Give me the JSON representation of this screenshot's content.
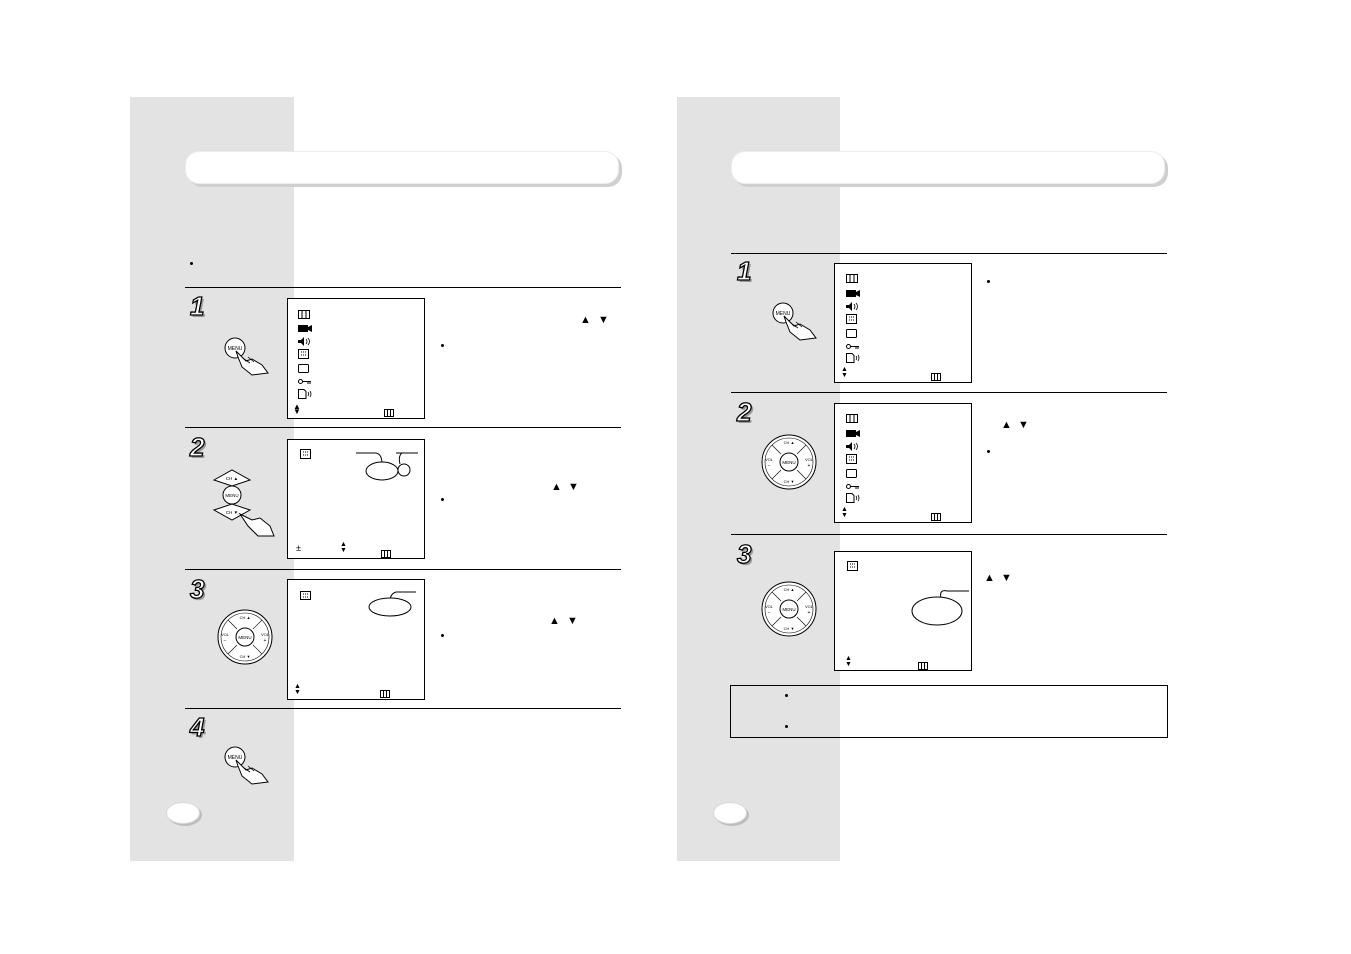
{
  "arrows": {
    "up": "▲",
    "down": "▼",
    "updown": "⇕",
    "plusminus": "±"
  },
  "remote": {
    "menu_label": "MENU",
    "ch_up_label": "CH ▲",
    "ch_down_label": "CH ▼",
    "vol_minus_label": "VOL −",
    "vol_plus_label": "VOL +"
  },
  "left_page": {
    "steps": [
      {
        "number": "1"
      },
      {
        "number": "2"
      },
      {
        "number": "3"
      },
      {
        "number": "4"
      }
    ]
  },
  "right_page": {
    "steps": [
      {
        "number": "1"
      },
      {
        "number": "2"
      },
      {
        "number": "3"
      }
    ]
  },
  "icons": [
    "menu-grid-icon",
    "camera-icon",
    "speaker-icon",
    "feature-icon",
    "screen-icon",
    "key-icon",
    "document-sound-icon"
  ]
}
